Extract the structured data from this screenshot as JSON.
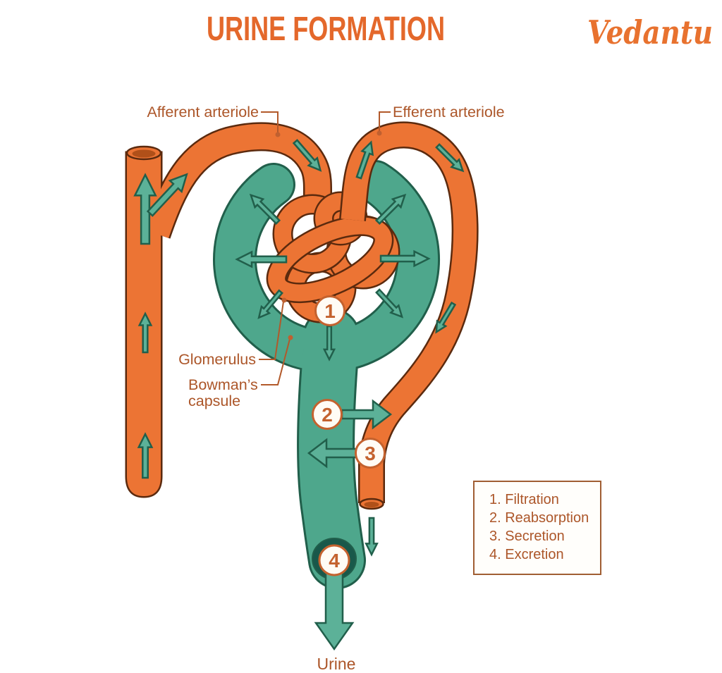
{
  "header": {
    "title": "URINE FORMATION",
    "brand": "Vedantu"
  },
  "labels": {
    "afferent": "Afferent arteriole",
    "efferent": "Efferent arteriole",
    "glomerulus": "Glomerulus",
    "bowmans_line1": "Bowman’s",
    "bowmans_line2": "capsule",
    "urine": "Urine"
  },
  "steps": [
    {
      "number": "1",
      "name": "Filtration",
      "legend_text": "1. Filtration"
    },
    {
      "number": "2",
      "name": "Reabsorption",
      "legend_text": "2. Reabsorption"
    },
    {
      "number": "3",
      "name": "Secretion",
      "legend_text": "3. Secretion"
    },
    {
      "number": "4",
      "name": "Excretion",
      "legend_text": "4. Excretion"
    }
  ],
  "colors": {
    "vessel_orange": "#EC7434",
    "vessel_outline": "#5B2A0E",
    "tubule_teal": "#4EA78C",
    "teal_outline": "#215F4B",
    "arrow_teal": "#5CB198",
    "tubule_opening_dark": "#19584A",
    "label_text": "#AC5629",
    "title_orange": "#E4682B",
    "marker_border": "#C4622E",
    "legend_border": "#A05E33"
  }
}
